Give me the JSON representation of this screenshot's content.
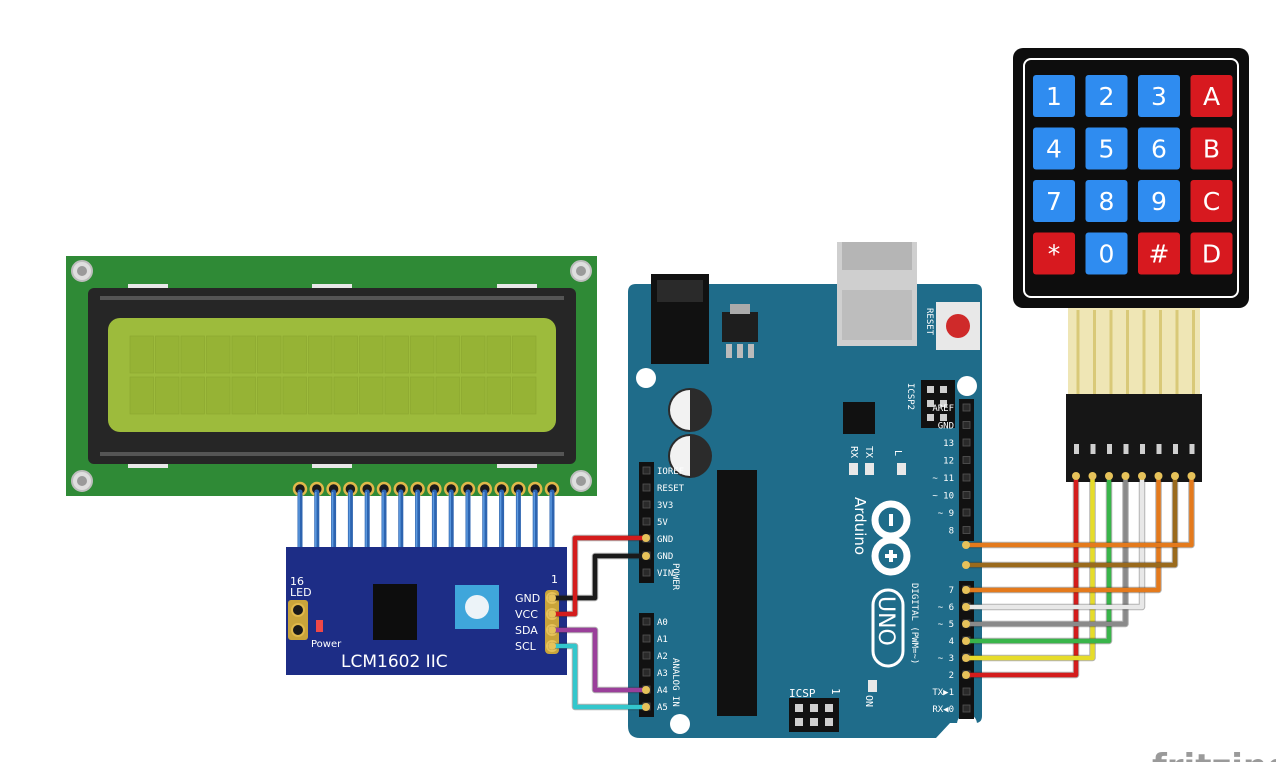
{
  "colors": {
    "lcd_pcb": "#2f8a36",
    "lcd_bezel": "#262626",
    "lcd_screen": "#9dbb3c",
    "arduino": "#1f6c8a",
    "i2c_board": "#1d2d86",
    "pot": "#3fa6db",
    "key_blue": "#2f8cf0",
    "key_red": "#d7191f",
    "pin_blue": "#3a78c9"
  },
  "lcd_module": {
    "label": "LCM1602 IIC",
    "pin_first": "16",
    "pin_last": "1",
    "led_label": "LED",
    "power_label": "Power",
    "pins": [
      "GND",
      "VCC",
      "SDA",
      "SCL"
    ]
  },
  "arduino": {
    "brand": "Arduino",
    "model": "UNO",
    "reset": "RESET",
    "icsp2": "ICSP2",
    "icsp": "ICSP",
    "icsp_one": "1",
    "tx": "TX",
    "rx": "RX",
    "l": "L",
    "on": "ON",
    "power_header": [
      "IOREF",
      "RESET",
      "3V3",
      "5V",
      "GND",
      "GND",
      "VIN"
    ],
    "power_label": "POWER",
    "analog_header": [
      "A0",
      "A1",
      "A2",
      "A3",
      "A4",
      "A5"
    ],
    "analog_label": "ANALOG IN",
    "digital_top": [
      "AREF",
      "GND",
      "13",
      "12",
      "~ 11",
      "~ 10",
      "~ 9",
      "8"
    ],
    "digital_bottom": [
      "7",
      "~ 6",
      "~ 5",
      "4",
      "~ 3",
      "2",
      "TX▶1",
      "RX◀0"
    ],
    "digital_label": "DIGITAL (PWM=~)"
  },
  "keypad": {
    "keys": [
      "1",
      "2",
      "3",
      "A",
      "4",
      "5",
      "6",
      "B",
      "7",
      "8",
      "9",
      "C",
      "*",
      "0",
      "#",
      "D"
    ]
  },
  "watermark": "fritzing"
}
